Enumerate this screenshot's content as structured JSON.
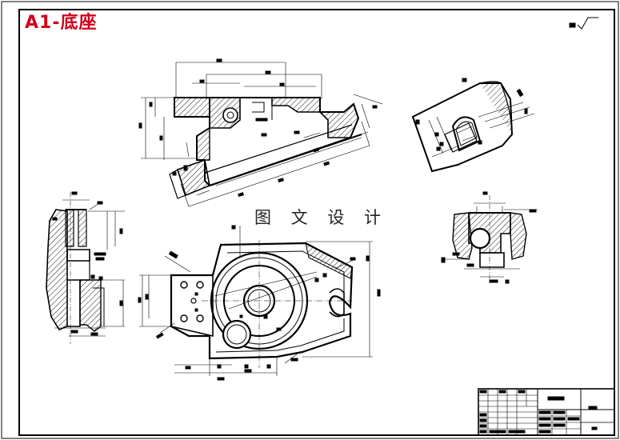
{
  "drawing": {
    "title": "A1-底座",
    "watermark": "图 文 设 计"
  },
  "colors": {
    "title": "#d0021b",
    "line": "#000000",
    "hatch": "#000000",
    "background": "#ffffff"
  },
  "views": [
    {
      "name": "main-projected-view"
    },
    {
      "name": "auxiliary-view-upper-right"
    },
    {
      "name": "left-section-view"
    },
    {
      "name": "top-plan-view"
    },
    {
      "name": "right-section-view"
    }
  ],
  "title_block": {
    "name": "title-block"
  }
}
